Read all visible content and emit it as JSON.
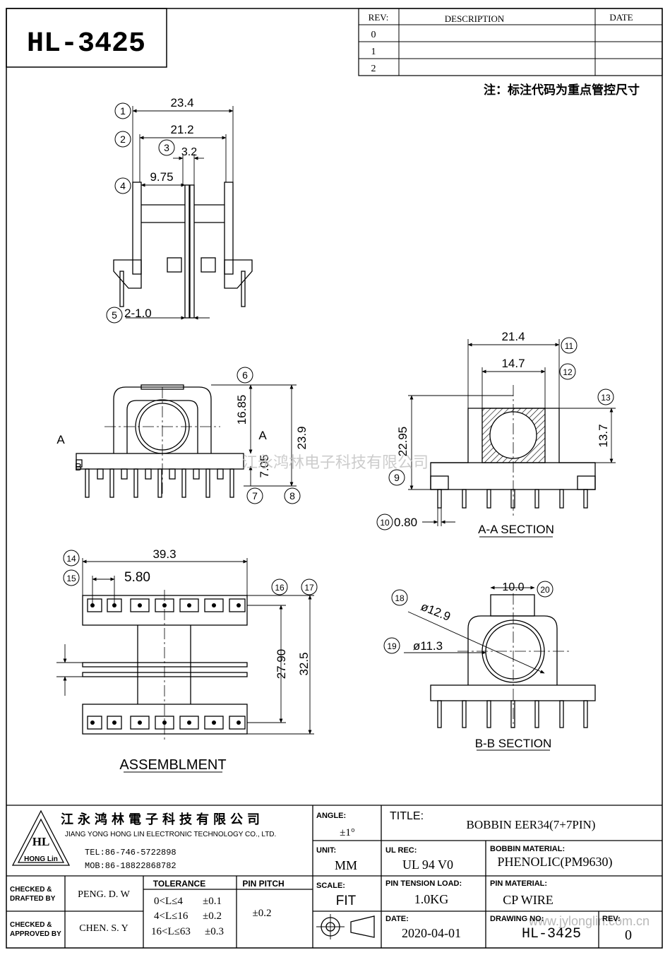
{
  "header": {
    "part_number": "HL-3425",
    "note": "注：标注代码为重点管控尺寸"
  },
  "revision_table": {
    "headers": [
      "REV:",
      "DESCRIPTION",
      "DATE"
    ],
    "rows": [
      "0",
      "1",
      "2"
    ]
  },
  "dimensions": {
    "d1": "23.4",
    "d2": "21.2",
    "d3": "3.2",
    "d4": "9.75",
    "d5": "2-1.0",
    "d6": "16.85",
    "d7": "7.05",
    "d8": "23.9",
    "d9": "22.95",
    "d10": "0.80",
    "d11": "21.4",
    "d12": "14.7",
    "d13": "13.7",
    "d14": "39.3",
    "d15": "5.80",
    "d16": "27.90",
    "d17": "32.5",
    "d18": "ø12.9",
    "d19": "ø11.3",
    "d20": "10.0"
  },
  "balloons": [
    "1",
    "2",
    "3",
    "4",
    "5",
    "6",
    "7",
    "8",
    "9",
    "10",
    "11",
    "12",
    "13",
    "14",
    "15",
    "16",
    "17",
    "18",
    "19",
    "20"
  ],
  "sections": {
    "a_marker": "A",
    "b_marker": "B",
    "a_title": "A-A SECTION",
    "b_title": "B-B SECTION",
    "assembly_title": "ASSEMBLMENT"
  },
  "watermark": {
    "company_cn": "江永鸿林电子科技有限公司",
    "url": "www.jylonglin.com.cn"
  },
  "company": {
    "logo_text": "HL",
    "logo_brand": "HONG Lin",
    "name_cn": "江永鸿林電子科技有限公司",
    "name_en": "JIANG YONG HONG LIN ELECTRONIC TECHNOLOGY CO., LTD.",
    "tel": "TEL:86-746-5722898",
    "mob": "MOB:86-18822868782"
  },
  "title_block": {
    "checked_drafted_label": [
      "CHECKED &",
      "DRAFTED BY"
    ],
    "drafted_by": "PENG. D. W",
    "checked_approved_label": [
      "CHECKED &",
      "APPROVED BY"
    ],
    "approved_by": "CHEN. S. Y",
    "tolerance_label": "TOLERANCE",
    "pin_pitch_label": "PIN PITCH",
    "tolerances": [
      {
        "range": "0<L≤4",
        "value": "±0.1"
      },
      {
        "range": "4<L≤16",
        "value": "±0.2"
      },
      {
        "range": "16<L≤63",
        "value": "±0.3"
      }
    ],
    "pin_pitch_value": "±0.2",
    "angle_label": "ANGLE:",
    "angle_value": "±1°",
    "unit_label": "UNIT:",
    "unit_value": "MM",
    "scale_label": "SCALE:",
    "scale_value": "FIT",
    "title_label": "TITLE:",
    "title_value": "BOBBIN   EER34(7+7PIN)",
    "ul_rec_label": "UL REC:",
    "ul_rec_value": "UL 94 V0",
    "bobbin_material_label": "BOBBIN MATERIAL:",
    "bobbin_material_value": "PHENOLIC(PM9630)",
    "pin_tension_label": "PIN TENSION LOAD:",
    "pin_tension_value": "1.0KG",
    "pin_material_label": "PIN MATERIAL:",
    "pin_material_value": "CP WIRE",
    "date_label": "DATE:",
    "date_value": "2020-04-01",
    "drawing_no_label": "DRAWING NO:",
    "drawing_no_value": "HL-3425",
    "rev_label": "REV:",
    "rev_value": "0"
  }
}
